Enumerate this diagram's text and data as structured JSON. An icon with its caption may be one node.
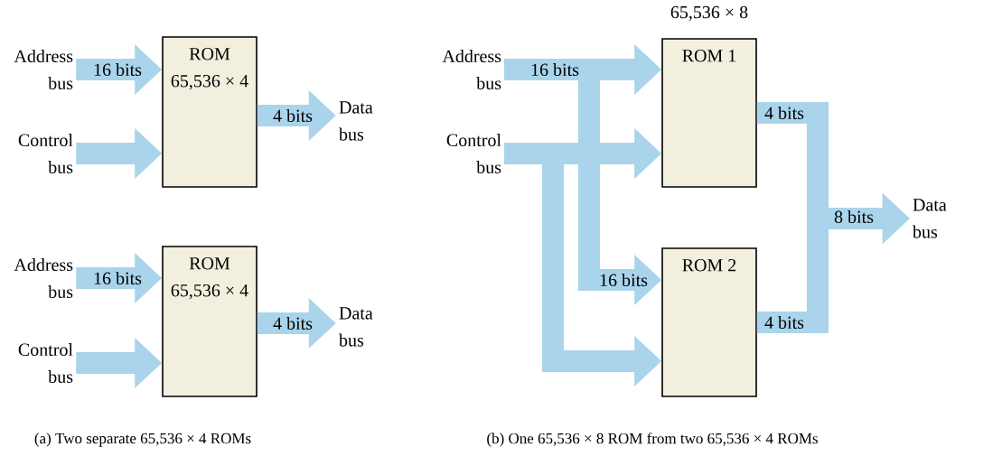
{
  "diagram": {
    "nodes": [
      {
        "text": [
          "Address bus"
        ]
      },
      {
        "text": [
          "Control bus"
        ]
      },
      {
        "text": [
          "ROM",
          "65,536 × 4"
        ]
      },
      {
        "text": [
          "Data bus"
        ]
      },
      {
        "text": [
          "Address bus"
        ]
      },
      {
        "text": [
          "Control bus"
        ]
      },
      {
        "text": [
          "ROM",
          "65,536 × 4"
        ]
      },
      {
        "text": [
          "Data bus"
        ]
      },
      {
        "text": [
          "Address bus"
        ]
      },
      {
        "text": [
          "Control bus"
        ]
      },
      {
        "text": [
          "ROM 1"
        ]
      },
      {
        "text": [
          "ROM 2"
        ]
      },
      {
        "text": [
          "Data bus"
        ]
      }
    ],
    "edges": [
      {
        "from": 0,
        "to": 2,
        "arrow": "to",
        "label": "16 bits"
      },
      {
        "from": 1,
        "to": 2,
        "arrow": "to"
      },
      {
        "from": 2,
        "to": 3,
        "arrow": "to",
        "label": "4 bits"
      },
      {
        "from": 4,
        "to": 6,
        "arrow": "to",
        "label": "16 bits"
      },
      {
        "from": 5,
        "to": 6,
        "arrow": "to"
      },
      {
        "from": 6,
        "to": 7,
        "arrow": "to",
        "label": "4 bits"
      },
      {
        "from": 8,
        "to": 10,
        "arrow": "to",
        "label": "16 bits"
      },
      {
        "from": 8,
        "to": 11,
        "arrow": "to",
        "label": "16 bits"
      },
      {
        "from": 9,
        "to": 10,
        "arrow": "to"
      },
      {
        "from": 9,
        "to": 11,
        "arrow": "to"
      },
      {
        "from": 10,
        "to": 12,
        "arrow": "to",
        "label": "4 bits"
      },
      {
        "from": 11,
        "to": 12,
        "arrow": "to",
        "label": "4 bits"
      }
    ],
    "labels": [
      "65,536 × 8",
      "8 bits",
      "(a) Two separate 65,536 × 4 ROMs",
      "(b) One 65,536 × 8 ROM from two 65,536 × 4 ROMs"
    ]
  }
}
